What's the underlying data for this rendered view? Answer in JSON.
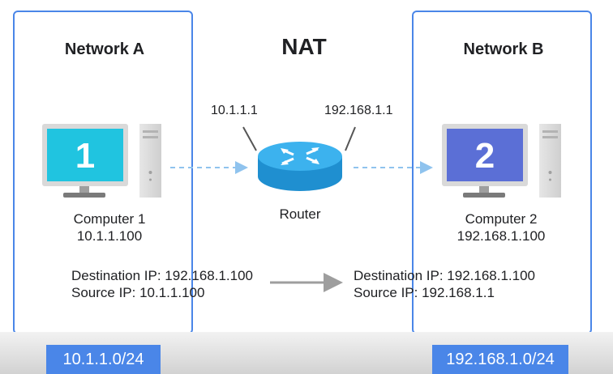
{
  "title": "NAT",
  "network_a": {
    "title": "Network A",
    "computer_number": "1",
    "computer_name": "Computer 1",
    "computer_ip": "10.1.1.100",
    "subnet": "10.1.1.0/24",
    "screen_color": "#20c4e0"
  },
  "network_b": {
    "title": "Network B",
    "computer_number": "2",
    "computer_name": "Computer 2",
    "computer_ip": "192.168.1.100",
    "subnet": "192.168.1.0/24",
    "screen_color": "#5b6fd6"
  },
  "router": {
    "label": "Router",
    "ip_left": "10.1.1.1",
    "ip_right": "192.168.1.1",
    "color": "#29a7e6"
  },
  "packet_before": {
    "destination": "Destination IP: 192.168.1.100",
    "source": "Source IP: 10.1.1.100"
  },
  "packet_after": {
    "destination": "Destination IP: 192.168.1.100",
    "source": "Source IP: 192.168.1.1"
  },
  "accent_color": "#4a86e8"
}
